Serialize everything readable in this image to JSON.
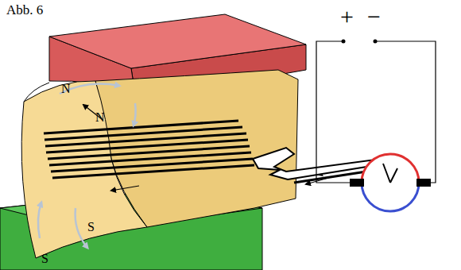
{
  "diagram": {
    "labels": [
      "Abb. 6",
      "+",
      "−",
      "N",
      "N",
      "S",
      "S"
    ]
  }
}
